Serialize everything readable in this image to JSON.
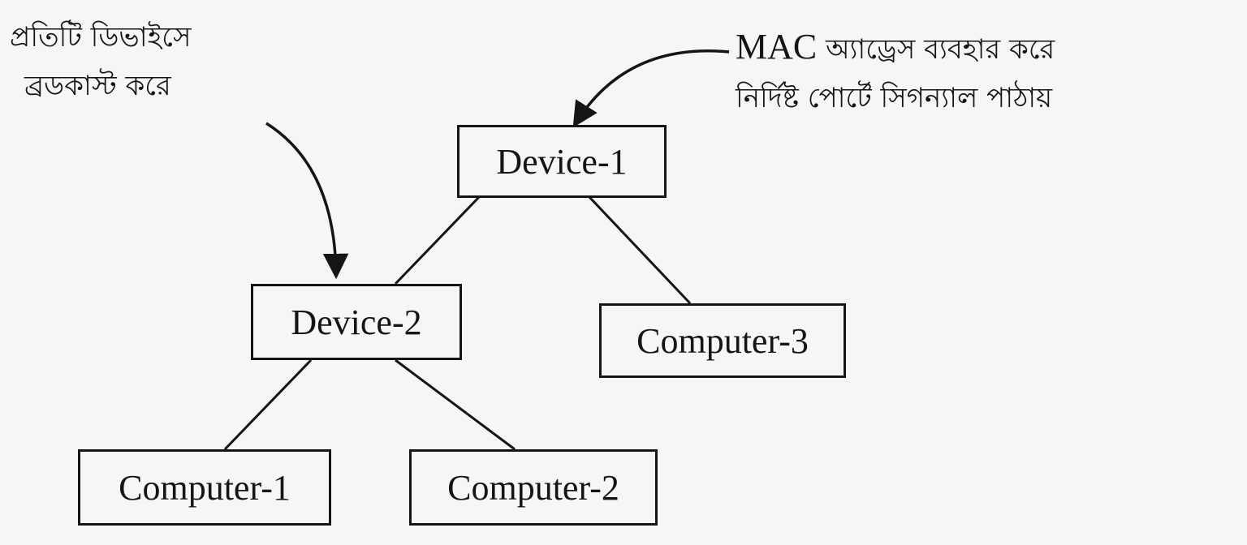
{
  "nodes": {
    "device1": "Device-1",
    "device2": "Device-2",
    "computer1": "Computer-1",
    "computer2": "Computer-2",
    "computer3": "Computer-3"
  },
  "annotations": {
    "broadcast": {
      "line1": "প্রতিটি ডিভাইসে",
      "line2": "ব্রডকাস্ট করে"
    },
    "mac": {
      "line1_prefix": "MAC",
      "line1_rest": "অ্যাড্রেস ব্যবহার করে",
      "line2": "নির্দিষ্ট পোর্টে সিগন্যাল পাঠায়"
    }
  },
  "colors": {
    "ink": "#151515",
    "paper": "#f6f6f4"
  }
}
